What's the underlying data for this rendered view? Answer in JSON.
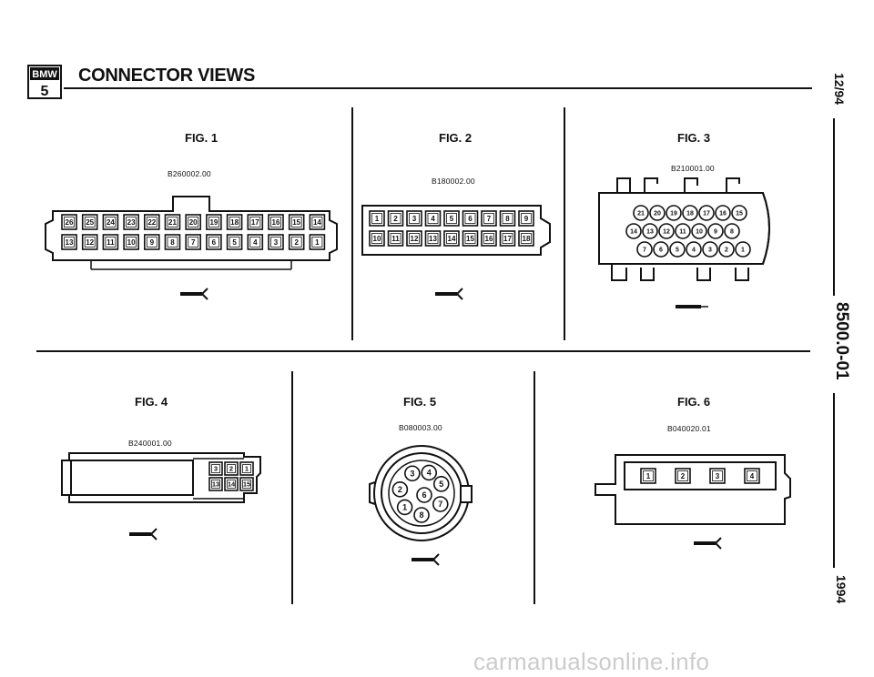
{
  "header": {
    "logo_brand": "BMW",
    "logo_series": "5",
    "title": "CONNECTOR VIEWS"
  },
  "side_margin": {
    "date": "12/94",
    "doc_number": "8500.0-01",
    "year": "1994"
  },
  "figures": [
    {
      "label": "FIG. 1",
      "part_code": "B260002.00",
      "pins_top": [
        "26",
        "25",
        "24",
        "23",
        "22",
        "21",
        "20",
        "19",
        "18",
        "17",
        "16",
        "15",
        "14"
      ],
      "pins_bottom": [
        "13",
        "12",
        "11",
        "10",
        "9",
        "8",
        "7",
        "6",
        "5",
        "4",
        "3",
        "2",
        "1"
      ]
    },
    {
      "label": "FIG. 2",
      "part_code": "B180002.00",
      "pins_top": [
        "1",
        "2",
        "3",
        "4",
        "5",
        "6",
        "7",
        "8",
        "9"
      ],
      "pins_bottom": [
        "10",
        "11",
        "12",
        "13",
        "14",
        "15",
        "16",
        "17",
        "18"
      ]
    },
    {
      "label": "FIG. 3",
      "part_code": "B210001.00",
      "pins_row1": [
        "21",
        "20",
        "19",
        "18",
        "17",
        "16",
        "15"
      ],
      "pins_row2": [
        "14",
        "13",
        "12",
        "11",
        "10",
        "9",
        "8"
      ],
      "pins_row3": [
        "7",
        "6",
        "5",
        "4",
        "3",
        "2",
        "1"
      ]
    },
    {
      "label": "FIG. 4",
      "part_code": "B240001.00",
      "pins_top": [
        "3",
        "2",
        "1"
      ],
      "pins_bottom": [
        "13",
        "14",
        "15"
      ]
    },
    {
      "label": "FIG. 5",
      "part_code": "B080003.00",
      "pins": [
        "1",
        "2",
        "3",
        "4",
        "5",
        "6",
        "7",
        "8"
      ]
    },
    {
      "label": "FIG. 6",
      "part_code": "B040020.01",
      "pins": [
        "1",
        "2",
        "3",
        "4"
      ]
    }
  ],
  "watermark": "carmanualsonline.info"
}
